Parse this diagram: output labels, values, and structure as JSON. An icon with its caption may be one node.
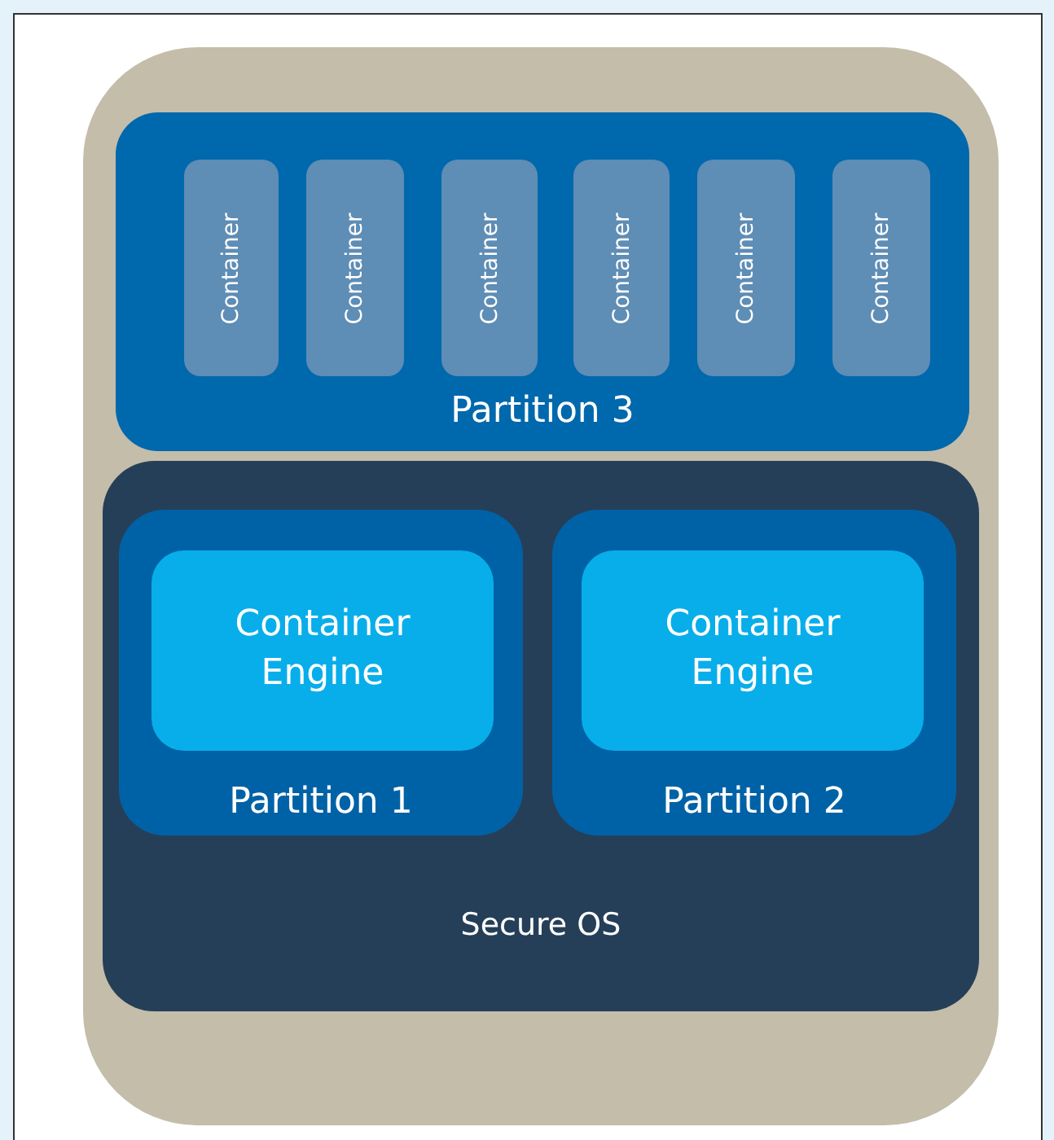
{
  "diagram": {
    "nodes": [
      {
        "text": [],
        "shape": "box"
      },
      {
        "text": [
          "Partition 3"
        ],
        "in": 0
      },
      {
        "text": [
          "Container"
        ],
        "in": 1
      },
      {
        "text": [
          "Container"
        ],
        "in": 1
      },
      {
        "text": [
          "Container"
        ],
        "in": 1
      },
      {
        "text": [
          "Container"
        ],
        "in": 1
      },
      {
        "text": [
          "Container"
        ],
        "in": 1
      },
      {
        "text": [
          "Container"
        ],
        "in": 1
      },
      {
        "text": [
          "Secure OS"
        ],
        "in": 0
      },
      {
        "text": [
          "Partition 1"
        ],
        "in": 8
      },
      {
        "text": [
          "Container Engine"
        ],
        "in": 9
      },
      {
        "text": [
          "Partition 2"
        ],
        "in": 8
      },
      {
        "text": [
          "Container Engine"
        ],
        "in": 11
      }
    ]
  }
}
